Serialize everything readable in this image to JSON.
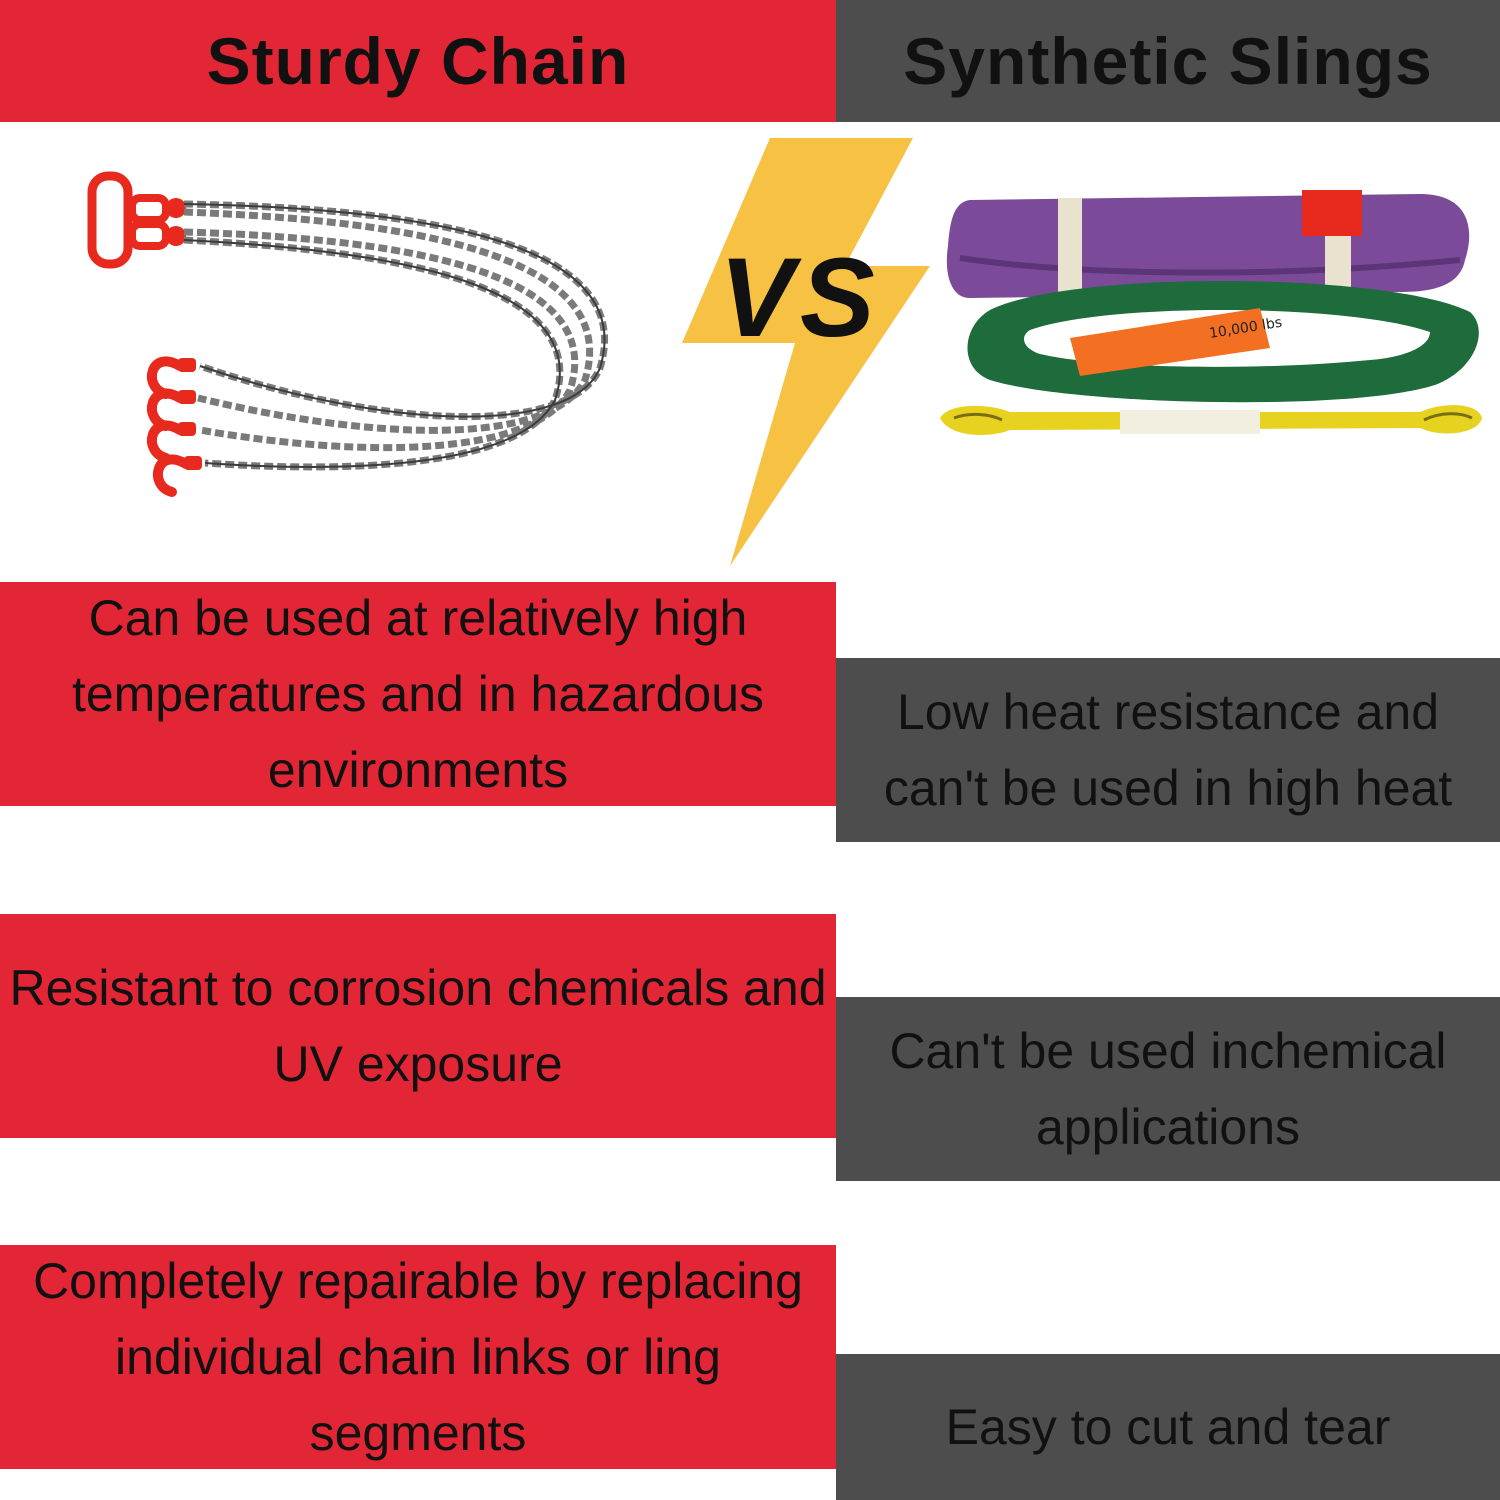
{
  "headers": {
    "left": "Sturdy Chain",
    "right": "Synthetic Slings"
  },
  "vs_label": "VS",
  "sling_labels": {
    "green_tag": "10,000 lbs"
  },
  "chain_features": [
    "Can be used at relatively high temperatures and in hazardous environments",
    "Resistant to corrosion chemicals and UV exposure",
    "Completely repairable by replacing individual chain links or ling segments"
  ],
  "sling_features": [
    "Low heat resistance and can't be used in high heat",
    "Can't be used inchemical applications",
    "Easy to cut and tear"
  ],
  "colors": {
    "chain_red": "#e32636",
    "sling_gray": "#4d4d4d",
    "bolt_yellow": "#f7c244"
  },
  "icons": [
    "lightning-bolt-icon",
    "chain-sling-image",
    "synthetic-slings-image"
  ]
}
